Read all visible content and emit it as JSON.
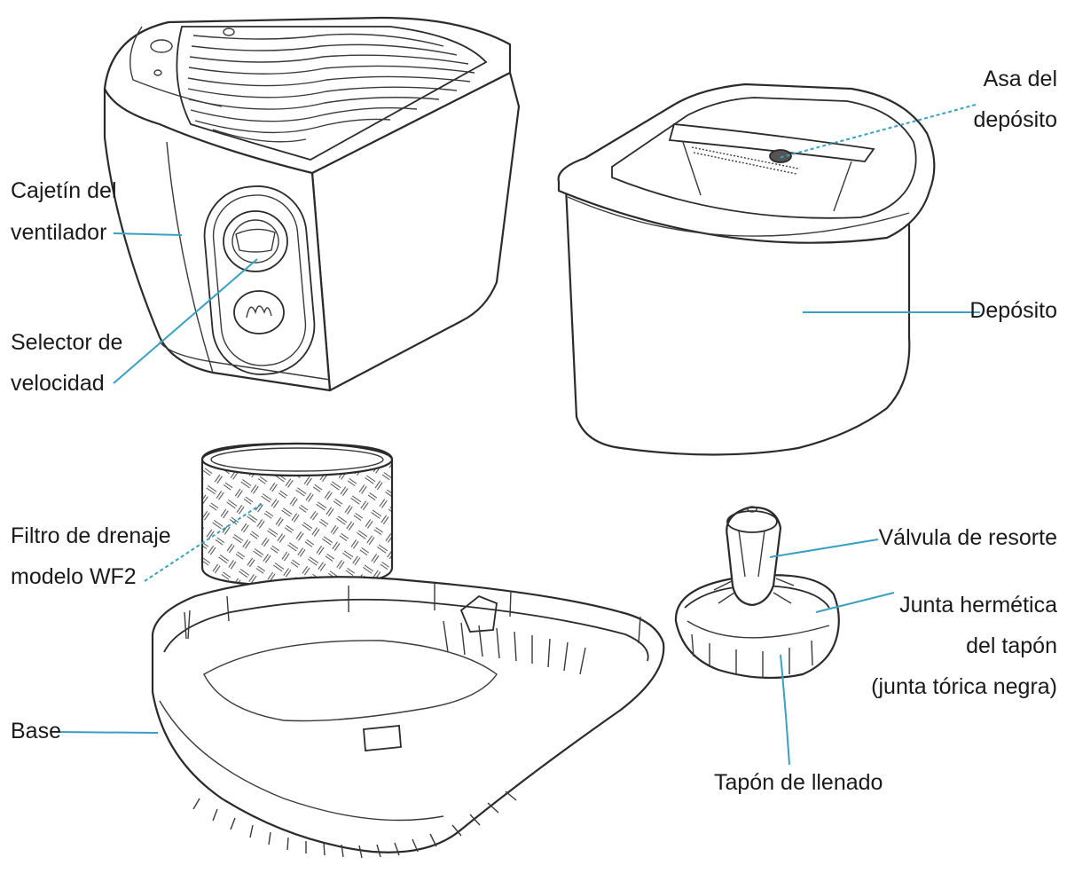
{
  "colors": {
    "leader": "#3aa0c2",
    "outline": "#2b2b2b",
    "text": "#1a1a1a",
    "background": "#ffffff"
  },
  "labels": {
    "fan_housing": [
      "Cajetín del",
      "ventilador"
    ],
    "speed_selector": [
      "Selector de",
      "velocidad"
    ],
    "tank_handle": [
      "Asa del",
      "depósito"
    ],
    "tank": [
      "Depósito"
    ],
    "wick_filter": [
      "Filtro de drenaje",
      "modelo WF2"
    ],
    "base": [
      "Base"
    ],
    "spring_valve": [
      "Válvula de resorte"
    ],
    "cap_seal": [
      "Junta hermética",
      "del tapón",
      "(junta tórica negra)"
    ],
    "fill_cap": [
      "Tapón de llenado"
    ]
  }
}
